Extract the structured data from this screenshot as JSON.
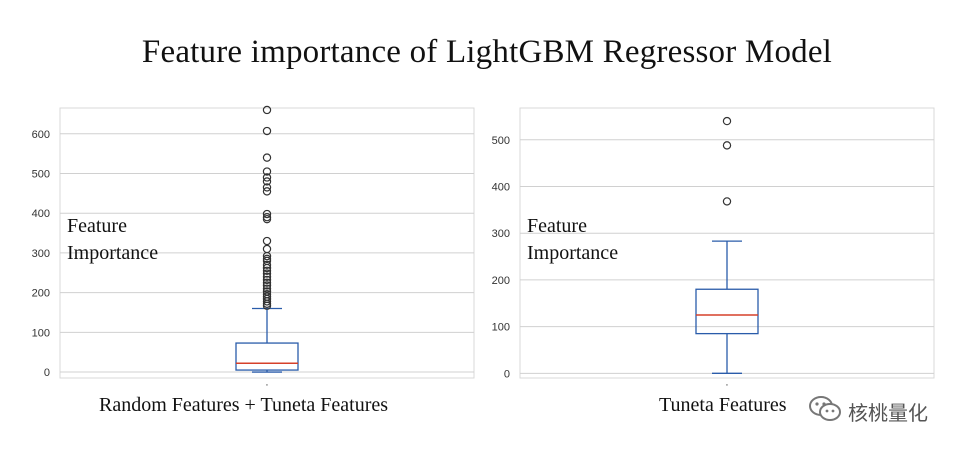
{
  "title": "Feature importance of LightGBM Regressor Model",
  "chart_data": [
    {
      "type": "box",
      "ylabel_line1": "Feature",
      "ylabel_line2": "Importance",
      "xlabel": "Random Features + Tuneta Features",
      "ylim": [
        -15,
        665
      ],
      "yticks": [
        0,
        100,
        200,
        300,
        400,
        500,
        600
      ],
      "grid": true,
      "box": {
        "whisker_low": 0,
        "q1": 5,
        "median": 22,
        "q3": 73,
        "whisker_high": 160
      },
      "outliers": [
        660,
        607,
        540,
        505,
        490,
        480,
        465,
        455,
        398,
        390,
        385,
        330,
        310,
        292,
        285,
        280,
        270,
        262,
        255,
        248,
        240,
        232,
        225,
        218,
        210,
        203,
        196,
        190,
        184,
        178,
        172,
        167
      ]
    },
    {
      "type": "box",
      "ylabel_line1": "Feature",
      "ylabel_line2": "Importance",
      "xlabel": "Tuneta Features",
      "ylim": [
        -10,
        568
      ],
      "yticks": [
        0,
        100,
        200,
        300,
        400,
        500
      ],
      "grid": true,
      "box": {
        "whisker_low": 0,
        "q1": 85,
        "median": 125,
        "q3": 180,
        "whisker_high": 283
      },
      "outliers": [
        540,
        488,
        368
      ]
    }
  ],
  "watermark": {
    "text": "核桃量化",
    "icon": "wechat-icon"
  }
}
